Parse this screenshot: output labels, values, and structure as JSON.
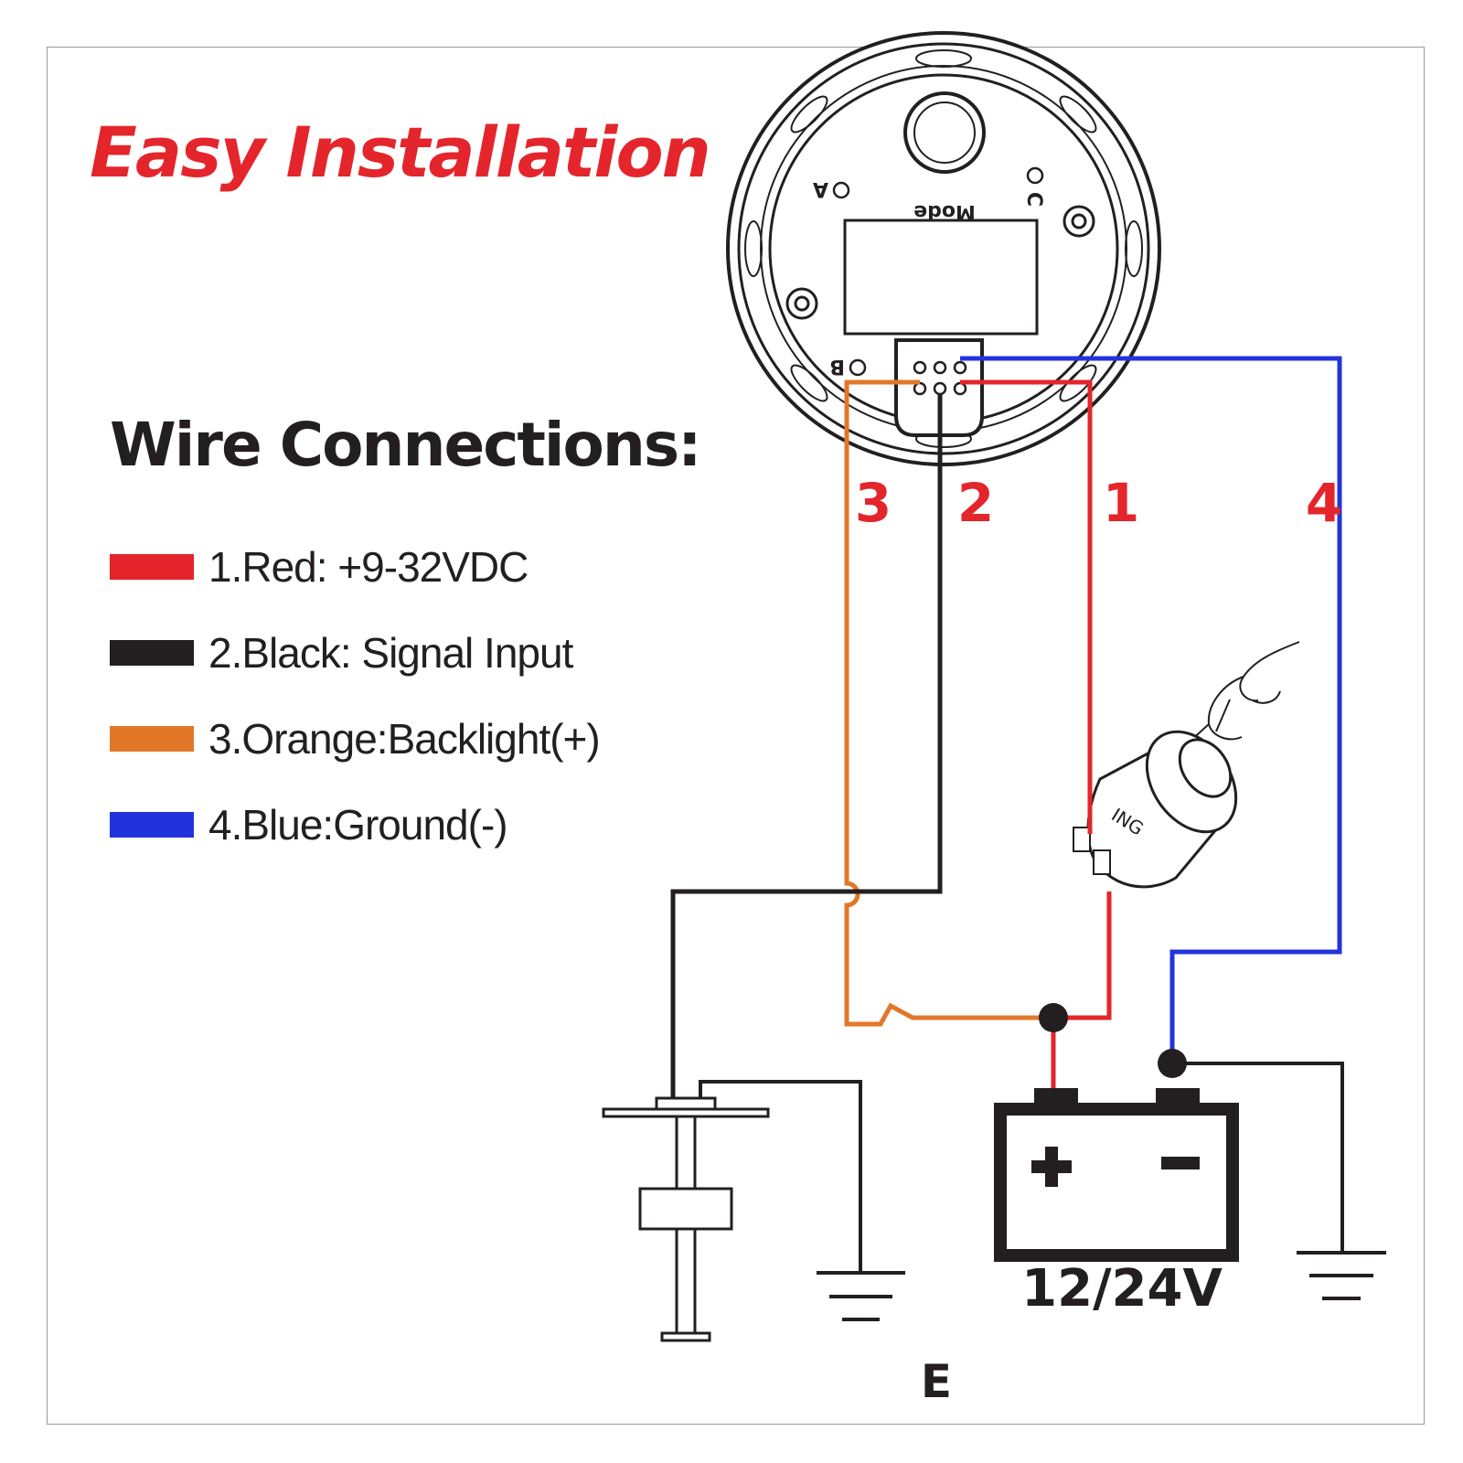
{
  "title": "Easy Installation",
  "subtitle": "Wire Connections:",
  "colors": {
    "red": "#e4252c",
    "black": "#231f20",
    "orange": "#e37729",
    "blue": "#2233dd"
  },
  "legend": [
    {
      "label": "1.Red: +9-32VDC",
      "color": "#e4252c"
    },
    {
      "label": "2.Black: Signal Input",
      "color": "#231f20"
    },
    {
      "label": "3.Orange:Backlight(+)",
      "color": "#e37729"
    },
    {
      "label": "4.Blue:Ground(-)",
      "color": "#2233dd"
    }
  ],
  "wire_numbers": [
    "1",
    "2",
    "3",
    "4"
  ],
  "gauge": {
    "mode_label": "Mode",
    "label_a": "A",
    "label_b": "B",
    "label_c": "C"
  },
  "ignition_label": "ING",
  "battery": {
    "voltage_label": "12/24V",
    "positive_symbol": "+",
    "negative_symbol": "−"
  },
  "sensor_ground_label": "E",
  "icons": [
    "gauge-icon",
    "ignition-switch-icon",
    "hand-key-icon",
    "battery-icon",
    "float-sensor-icon",
    "ground-symbol-icon"
  ]
}
